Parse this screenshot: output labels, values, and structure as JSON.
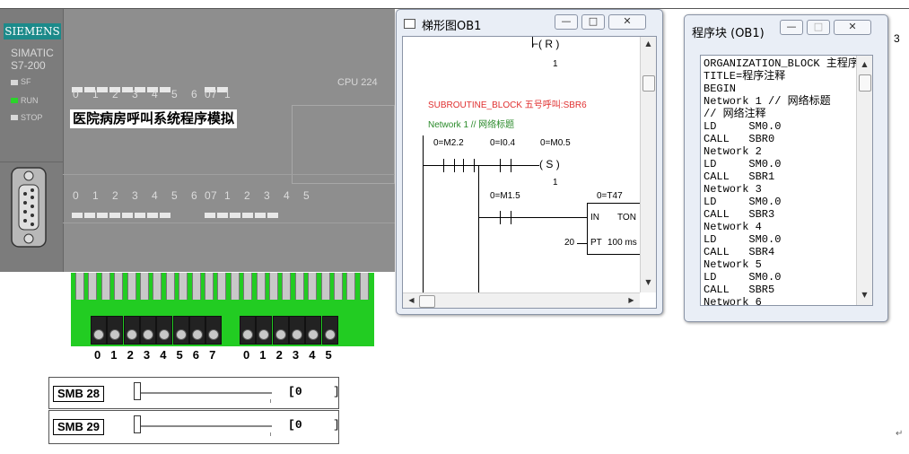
{
  "plc": {
    "brand": "SIEMENS",
    "model_line1": "SIMATIC",
    "model_line2": "S7-200",
    "status_sf": "SF",
    "status_run": "RUN",
    "status_stop": "STOP",
    "input_numbers_a": "0 1 2 3 4 5 6 7",
    "input_numbers_b": "0 1",
    "output_numbers_a": "0 1 2 3 4 5 6 7",
    "output_numbers_b": "0 1 2 3 4 5",
    "cpu_label": "CPU 224",
    "title": "医院病房呼叫系统程序模拟"
  },
  "switches": {
    "labels_a": [
      "0",
      "1",
      "2",
      "3",
      "4",
      "5",
      "6",
      "7"
    ],
    "labels_b": [
      "0",
      "1",
      "2",
      "3",
      "4",
      "5"
    ]
  },
  "sliders": [
    {
      "label": "SMB 28",
      "value": "0"
    },
    {
      "label": "SMB 29",
      "value": "0"
    }
  ],
  "ladder_window": {
    "title": "梯形图OB1",
    "reset_coil": "R",
    "reset_count": "1",
    "subroutine": "SUBROUTINE_BLOCK 五号呼叫:SBR6",
    "network": "Network 1 // 网络标题",
    "contact1": "0=M2.2",
    "contact2": "0=I0.4",
    "coil_addr": "0=M0.5",
    "set_coil": "S",
    "set_count": "1",
    "contact3": "0=M1.5",
    "timer_addr": "0=T47",
    "timer_in": "IN",
    "timer_type": "TON",
    "pt_value": "20",
    "pt_label": "PT",
    "time_base": "100 ms"
  },
  "program_window": {
    "title": "程序块 (OB1)",
    "lines": [
      "ORGANIZATION_BLOCK 主程序",
      "TITLE=程序注释",
      "BEGIN",
      "Network 1 // 网络标题",
      "// 网络注释",
      "LD     SM0.0",
      "CALL   SBR0",
      "Network 2",
      "LD     SM0.0",
      "CALL   SBR1",
      "Network 3",
      "LD     SM0.0",
      "CALL   SBR3",
      "Network 4",
      "LD     SM0.0",
      "CALL   SBR4",
      "Network 5",
      "LD     SM0.0",
      "CALL   SBR5",
      "Network 6"
    ]
  },
  "edge_digit": "3",
  "colors": {
    "brand_bg": "#1c8a8a",
    "green_strip": "#22cc22",
    "subroutine_red": "#e03030",
    "network_green": "#2a8a2a"
  }
}
